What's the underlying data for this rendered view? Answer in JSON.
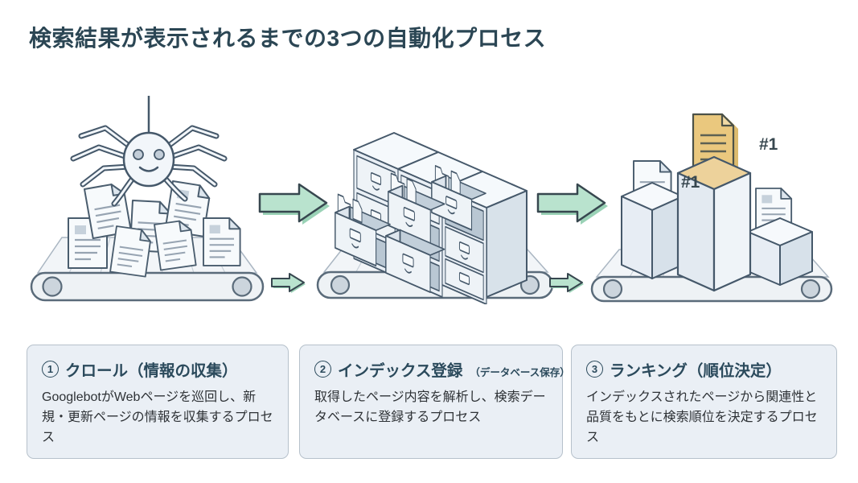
{
  "title": "検索結果が表示されるまでの3つの自動化プロセス",
  "ranking_figure": {
    "badge_top": "#1",
    "badge_side": "#1"
  },
  "steps": [
    {
      "number": "1",
      "heading": "クロール（情報の収集）",
      "heading_suffix": "",
      "body": "GooglebotがWebページを巡回し、新規・更新ページの情報を収集するプロセス"
    },
    {
      "number": "2",
      "heading": "インデックス登録",
      "heading_suffix": "（データベース保存）",
      "body": "取得したページ内容を解析し、検索データベースに登録するプロセス"
    },
    {
      "number": "3",
      "heading": "ランキング（順位決定）",
      "heading_suffix": "",
      "body": "インデックスされたページから関連性と品質をもとに検索順位を決定するプロセス"
    }
  ],
  "colors": {
    "title_ink": "#2b4654",
    "illustration_ink": "#45586a",
    "accent_green": "#b9e3ce",
    "accent_green_shadow": "#9ad2b6",
    "card_bg": "#eaeff5",
    "card_border": "#b6c1cb",
    "highlight_document": "#eac87e"
  }
}
